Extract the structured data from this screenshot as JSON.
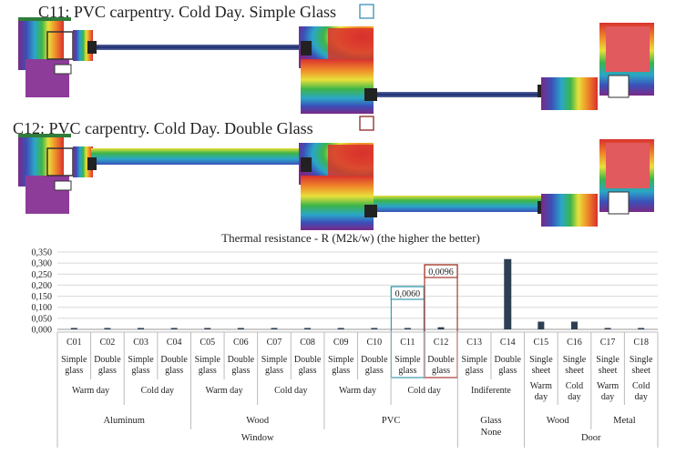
{
  "sections": [
    {
      "caption": "C11: PVC carpentry. Cold Day. Simple Glass",
      "marker_color": "#3a8fb5",
      "glazing": "simple"
    },
    {
      "caption": "C12: PVC carpentry. Cold Day. Double Glass",
      "marker_color": "#8b2a22",
      "glazing": "double"
    }
  ],
  "colors": {
    "bar": "#2e3f52",
    "c11_box": "#3a9bb0",
    "c12_box": "#a33a2d",
    "grid": "#d8d8d8",
    "axis": "#999999"
  },
  "chart_data": {
    "type": "bar",
    "title": "Thermal resistance - R (M2k/w) (the higher the better)",
    "ylim": [
      0,
      0.35
    ],
    "yticks": [
      "0,000",
      "0,050",
      "0,100",
      "0,150",
      "0,200",
      "0,250",
      "0,300",
      "0,350"
    ],
    "ytick_values": [
      0,
      0.05,
      0.1,
      0.15,
      0.2,
      0.25,
      0.3,
      0.35
    ],
    "grid": true,
    "categories": [
      "C01",
      "C02",
      "C03",
      "C04",
      "C05",
      "C06",
      "C07",
      "C08",
      "C09",
      "C10",
      "C11",
      "C12",
      "C13",
      "C14",
      "C15",
      "C16",
      "C17",
      "C18"
    ],
    "values": [
      0.0015,
      0.002,
      0.0015,
      0.002,
      0.002,
      0.004,
      0.002,
      0.004,
      0.002,
      0.004,
      0.006,
      0.0096,
      0,
      0.318,
      0.035,
      0.035,
      0.002,
      0.002
    ],
    "descriptors": [
      [
        "Simple",
        "glass"
      ],
      [
        "Double",
        "glass"
      ],
      [
        "Simple",
        "glass"
      ],
      [
        "Double",
        "glass"
      ],
      [
        "Simple",
        "glass"
      ],
      [
        "Double",
        "glass"
      ],
      [
        "Simple",
        "glass"
      ],
      [
        "Double",
        "glass"
      ],
      [
        "Simple",
        "glass"
      ],
      [
        "Double",
        "glass"
      ],
      [
        "Simple",
        "glass"
      ],
      [
        "Double",
        "glass"
      ],
      [
        "Simple",
        "glass"
      ],
      [
        "Double",
        "glass"
      ],
      [
        "Single",
        "sheet"
      ],
      [
        "Single",
        "sheet"
      ],
      [
        "Single",
        "sheet"
      ],
      [
        "Single",
        "sheet"
      ]
    ],
    "conditions": [
      {
        "label": [
          "Warm day"
        ],
        "from": 0,
        "to": 1
      },
      {
        "label": [
          "Cold day"
        ],
        "from": 2,
        "to": 3
      },
      {
        "label": [
          "Warm day"
        ],
        "from": 4,
        "to": 5
      },
      {
        "label": [
          "Cold day"
        ],
        "from": 6,
        "to": 7
      },
      {
        "label": [
          "Warm day"
        ],
        "from": 8,
        "to": 9
      },
      {
        "label": [
          "Cold day"
        ],
        "from": 10,
        "to": 11
      },
      {
        "label": [
          "Indiferente"
        ],
        "from": 12,
        "to": 13
      },
      {
        "label": [
          "Warm",
          "day"
        ],
        "from": 14,
        "to": 14
      },
      {
        "label": [
          "Cold",
          "day"
        ],
        "from": 15,
        "to": 15
      },
      {
        "label": [
          "Warm",
          "day"
        ],
        "from": 16,
        "to": 16
      },
      {
        "label": [
          "Cold",
          "day"
        ],
        "from": 17,
        "to": 17
      }
    ],
    "materials": [
      {
        "label": "Aluminum",
        "from": 0,
        "to": 3
      },
      {
        "label": "Wood",
        "from": 4,
        "to": 7
      },
      {
        "label": "PVC",
        "from": 8,
        "to": 11
      },
      {
        "label": "Glass",
        "from": 12,
        "to": 13
      },
      {
        "label": "Wood",
        "from": 14,
        "to": 15
      },
      {
        "label": "Metal",
        "from": 16,
        "to": 17
      }
    ],
    "types": [
      {
        "label": "Window",
        "from": 0,
        "to": 11
      },
      {
        "label": "None",
        "from": 12,
        "to": 13
      },
      {
        "label": "Door",
        "from": 14,
        "to": 17
      }
    ],
    "annotations": [
      {
        "index": 10,
        "text": "0,0060",
        "color": "#3a9bb0"
      },
      {
        "index": 11,
        "text": "0,0096",
        "color": "#a33a2d"
      }
    ]
  }
}
